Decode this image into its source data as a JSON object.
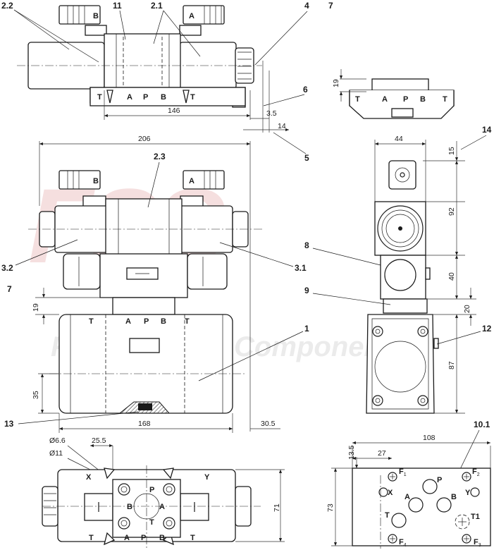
{
  "watermark": {
    "logo": "FSS",
    "text": "Fluid System Components",
    "color": "#e8b4b4"
  },
  "callouts": {
    "c2_2": "2.2",
    "c11": "11",
    "c2_1": "2.1",
    "c4": "4",
    "c7_top": "7",
    "c6": "6",
    "c5": "5",
    "c14": "14",
    "c2_3": "2.3",
    "c3_2": "3.2",
    "c3_1": "3.1",
    "c8": "8",
    "c9": "9",
    "c7_left": "7",
    "c1": "1",
    "c12": "12",
    "c13": "13",
    "c10_1": "10.1"
  },
  "dimensions": {
    "d146": "146",
    "d3_5": "3.5",
    "d14": "14",
    "d206": "206",
    "d44": "44",
    "d15": "15",
    "d92": "92",
    "d40": "40",
    "d20": "20",
    "d87": "87",
    "d19_top": "19",
    "d19_left": "19",
    "d35": "35",
    "d168": "168",
    "d30_5": "30.5",
    "d6_6": "Ø6.6",
    "d11": "Ø11",
    "d25_5": "25.5",
    "d71": "71",
    "d108": "108",
    "d13_5": "13.5",
    "d27": "27",
    "d73": "73"
  },
  "ports": {
    "top_view": [
      "T",
      "A",
      "P",
      "B",
      "T"
    ],
    "side_top": [
      "T",
      "A",
      "P",
      "B",
      "T"
    ],
    "front": [
      "T",
      "A",
      "P",
      "B",
      "T"
    ],
    "bottom_view_top": [
      "X",
      "Y"
    ],
    "bottom_view_center": [
      "P",
      "B",
      "A",
      "T"
    ],
    "bottom_view_bottom": [
      "T",
      "A",
      "P",
      "B",
      "T"
    ],
    "plate": [
      "P",
      "X",
      "A",
      "B",
      "Y",
      "T",
      "T1"
    ],
    "plate_f": [
      "F",
      "1",
      "F",
      "2",
      "F",
      "4",
      "F",
      "3"
    ]
  },
  "solenoid_labels": {
    "b": "B",
    "a": "A"
  }
}
